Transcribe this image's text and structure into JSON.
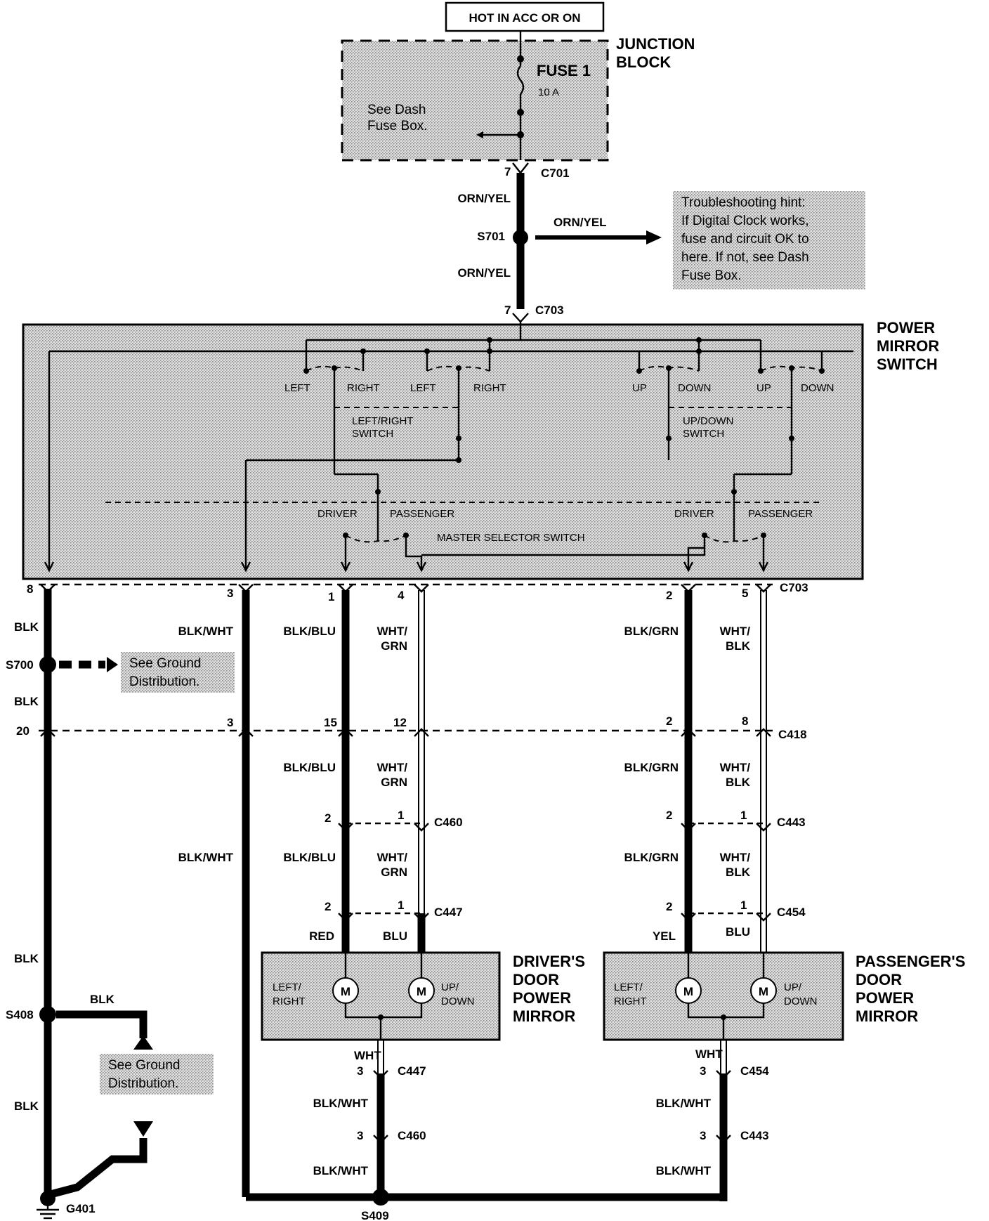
{
  "power_source": {
    "label": "HOT IN ACC OR ON"
  },
  "junction_block": {
    "title_line1": "JUNCTION",
    "title_line2": "BLOCK",
    "fuse_name": "FUSE 1",
    "fuse_rating": "10 A",
    "note_line1": "See Dash",
    "note_line2": "Fuse Box."
  },
  "connectors": {
    "c701": {
      "id": "C701",
      "pin": "7"
    },
    "c703_top": {
      "id": "C703",
      "pin": "7"
    },
    "c703_bottom": {
      "id": "C703"
    },
    "c418": {
      "id": "C418"
    },
    "c460": {
      "id": "C460"
    },
    "c447": {
      "id": "C447"
    },
    "c443": {
      "id": "C443"
    },
    "c454": {
      "id": "C454"
    },
    "c447_lower": {
      "id": "C447",
      "pin": "3"
    },
    "c460_lower": {
      "id": "C460",
      "pin": "3"
    },
    "c454_lower": {
      "id": "C454",
      "pin": "3"
    },
    "c443_lower": {
      "id": "C443",
      "pin": "3"
    }
  },
  "splices": {
    "s701": "S701",
    "s700": "S700",
    "s408": "S408",
    "s409": "S409"
  },
  "ground": {
    "g401": "G401"
  },
  "hint": {
    "line1": "Troubleshooting hint:",
    "line2": "If Digital Clock works,",
    "line3": "fuse and circuit OK to",
    "line4": "here.  If not, see Dash",
    "line5": "Fuse Box."
  },
  "ground_note": {
    "line1": "See Ground",
    "line2": "Distribution."
  },
  "switch": {
    "title_line1": "POWER",
    "title_line2": "MIRROR",
    "title_line3": "SWITCH",
    "contacts": {
      "left1": "LEFT",
      "right1": "RIGHT",
      "left2": "LEFT",
      "right2": "RIGHT",
      "up1": "UP",
      "down1": "DOWN",
      "up2": "UP",
      "down2": "DOWN"
    },
    "lr_line1": "LEFT/RIGHT",
    "lr_line2": "SWITCH",
    "ud_line1": "UP/DOWN",
    "ud_line2": "SWITCH",
    "driver1": "DRIVER",
    "passenger1": "PASSENGER",
    "driver2": "DRIVER",
    "passenger2": "PASSENGER",
    "master": "MASTER SELECTOR SWITCH"
  },
  "pins": {
    "p8": "8",
    "p3": "3",
    "p1": "1",
    "p4": "4",
    "p2": "2",
    "p5": "5",
    "p20": "20",
    "p3b": "3",
    "p15": "15",
    "p12": "12",
    "p2b": "2",
    "p8b": "8",
    "c460_l": "2",
    "c460_r": "1",
    "c443_l": "2",
    "c443_r": "1",
    "c447_l": "2",
    "c447_r": "1",
    "c454_l": "2",
    "c454_r": "1"
  },
  "wires": {
    "orn_yel": "ORN/YEL",
    "blk": "BLK",
    "blk_wht": "BLK/WHT",
    "blk_blu": "BLK/BLU",
    "wht_grn_1": "WHT/",
    "wht_grn_2": "GRN",
    "blk_grn": "BLK/GRN",
    "wht_blk_1": "WHT/",
    "wht_blk_2": "BLK",
    "red": "RED",
    "blu": "BLU",
    "yel": "YEL",
    "wht": "WHT"
  },
  "driver_mirror": {
    "title_line1": "DRIVER'S",
    "title_line2": "DOOR",
    "title_line3": "POWER",
    "title_line4": "MIRROR",
    "left_right_1": "LEFT/",
    "left_right_2": "RIGHT",
    "up_down_1": "UP/",
    "up_down_2": "DOWN",
    "motor": "M"
  },
  "passenger_mirror": {
    "title_line1": "PASSENGER'S",
    "title_line2": "DOOR",
    "title_line3": "POWER",
    "title_line4": "MIRROR",
    "left_right_1": "LEFT/",
    "left_right_2": "RIGHT",
    "up_down_1": "UP/",
    "up_down_2": "DOWN",
    "motor": "M"
  }
}
